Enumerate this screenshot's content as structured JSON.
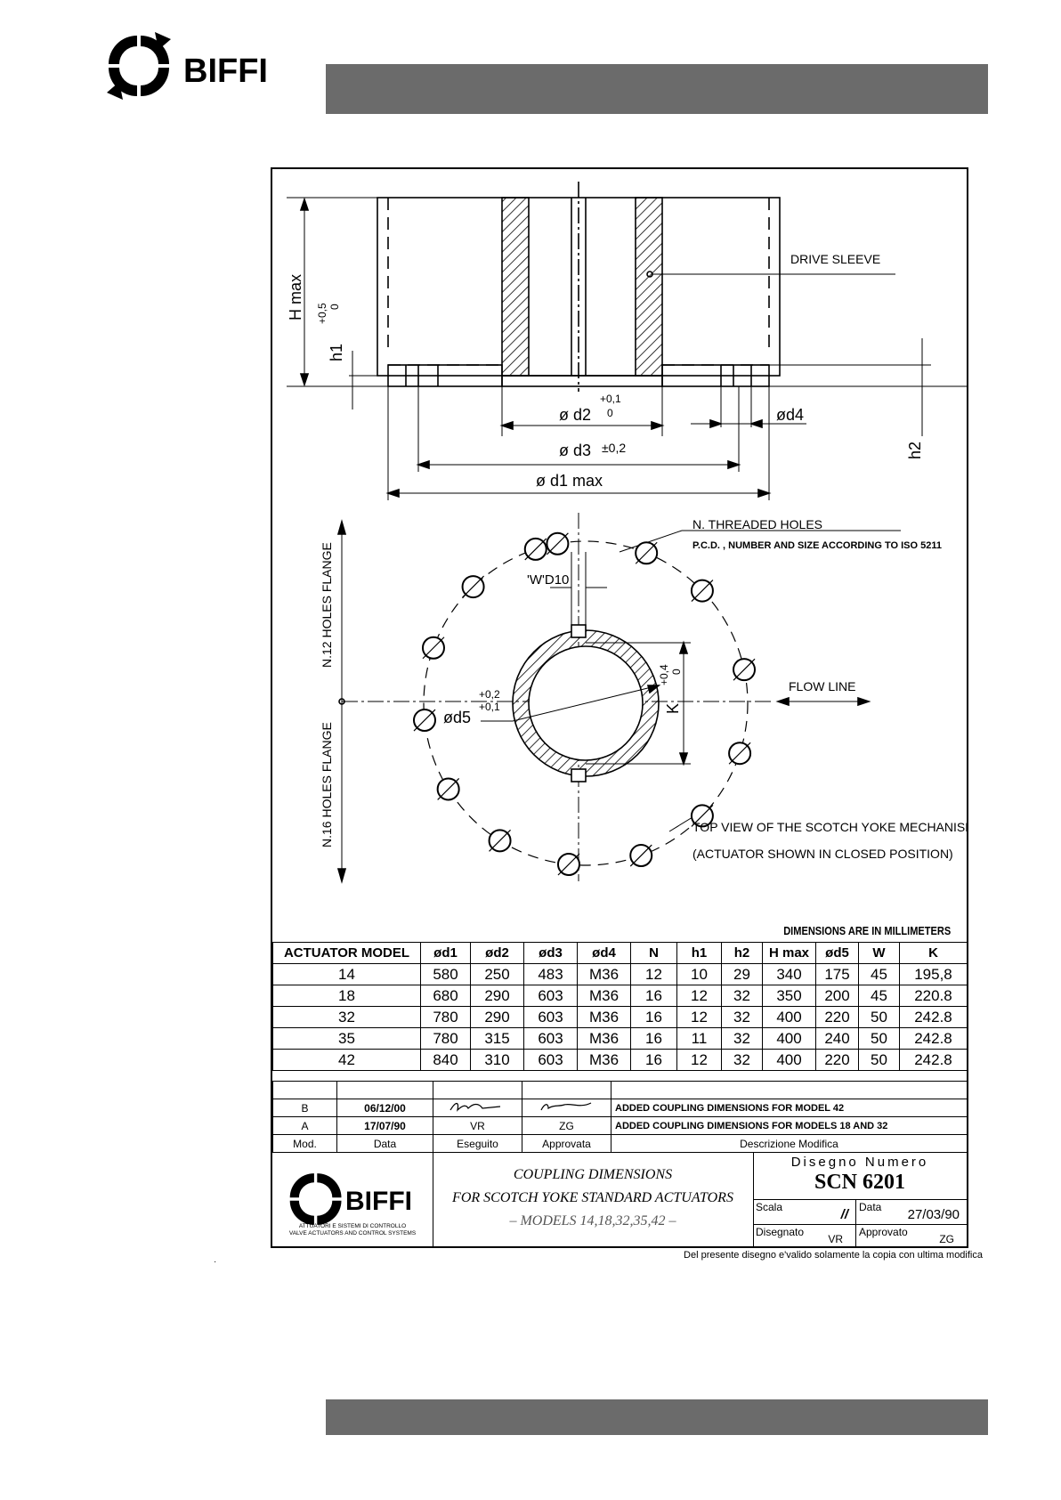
{
  "header": {
    "brand": "BIFFI"
  },
  "drawing": {
    "labels": {
      "drive_sleeve": "DRIVE SLEEVE",
      "h_max": "H  max",
      "h1": "h1",
      "h1_tol_plus": "+0,5",
      "h1_tol_zero": "0",
      "d2": "ø d2",
      "d2_tol_plus": "+0,1",
      "d2_tol_zero": "0",
      "d4": "ød4",
      "h2": "h2",
      "d3": "ø d3",
      "d3_tol": "±0,2",
      "d1": "ø d1  max",
      "threaded_holes": "N. THREADED HOLES",
      "pcd_note": "P.C.D. , NUMBER AND SIZE  ACCORDING TO ISO 5211",
      "w_d10": "'W'D10",
      "n12": "N.12 HOLES FLANGE",
      "n16": "N.16 HOLES FLANGE",
      "flow_line": "FLOW LINE",
      "k": "K",
      "k_tol_plus": "+0,4",
      "k_tol_zero": "0",
      "d5": "ød5",
      "d5_tol_plus": "+0,2",
      "d5_tol_plus2": "+0,1",
      "top_view_1": "TOP VIEW OF THE SCOTCH YOKE MECHANISM",
      "top_view_2": "(ACTUATOR SHOWN IN CLOSED POSITION)"
    }
  },
  "units_note": "DIMENSIONS ARE IN MILLIMETERS",
  "dimensions_table": {
    "headers": [
      "ACTUATOR  MODEL",
      "ød1",
      "ød2",
      "ød3",
      "ød4",
      "N",
      "h1",
      "h2",
      "H  max",
      "ød5",
      "W",
      "K"
    ],
    "rows": [
      [
        "14",
        "580",
        "250",
        "483",
        "M36",
        "12",
        "10",
        "29",
        "340",
        "175",
        "45",
        "195,8"
      ],
      [
        "18",
        "680",
        "290",
        "603",
        "M36",
        "16",
        "12",
        "32",
        "350",
        "200",
        "45",
        "220.8"
      ],
      [
        "32",
        "780",
        "290",
        "603",
        "M36",
        "16",
        "12",
        "32",
        "400",
        "220",
        "50",
        "242.8"
      ],
      [
        "35",
        "780",
        "315",
        "603",
        "M36",
        "16",
        "11",
        "32",
        "400",
        "240",
        "50",
        "242.8"
      ],
      [
        "42",
        "840",
        "310",
        "603",
        "M36",
        "16",
        "12",
        "32",
        "400",
        "220",
        "50",
        "242.8"
      ]
    ]
  },
  "revisions": {
    "rows": [
      {
        "mod": "B",
        "date": "06/12/00",
        "by": "",
        "approved": "",
        "desc": "ADDED  COUPLING  DIMENSIONS  FOR  MODEL  42"
      },
      {
        "mod": "A",
        "date": "17/07/90",
        "by": "VR",
        "approved": "ZG",
        "desc": "ADDED  COUPLING  DIMENSIONS  FOR  MODELS  18  AND  32"
      }
    ],
    "headers": {
      "mod": "Mod.",
      "date": "Data",
      "by": "Eseguito",
      "approved": "Approvata",
      "desc": "Descrizione  Modifica"
    }
  },
  "title_block": {
    "brand": "BIFFI",
    "brand_sub_1": "ATTUATORI  E  SISTEMI  DI  CONTROLLO",
    "brand_sub_2": "VALVE ACTUATORS AND CONTROL SYSTEMS",
    "title_1": "COUPLING  DIMENSIONS",
    "title_2": "FOR  SCOTCH  YOKE  STANDARD  ACTUATORS",
    "title_3": "–  MODELS  14,18,32,35,42  –",
    "drawing_number_label": "Disegno  Numero",
    "drawing_number": "SCN  6201",
    "scala_label": "Scala",
    "scala_value": "//",
    "data_label": "Data",
    "data_value": "27/03/90",
    "disegnato_label": "Disegnato",
    "disegnato_value": "VR",
    "approvato_label": "Approvato",
    "approvato_value": "ZG"
  },
  "footer_note": "Del  presente  disegno  e'valido  solamente  la  copia  con  ultima  modifica",
  "colors": {
    "header_bar": "#6b6b6b"
  }
}
